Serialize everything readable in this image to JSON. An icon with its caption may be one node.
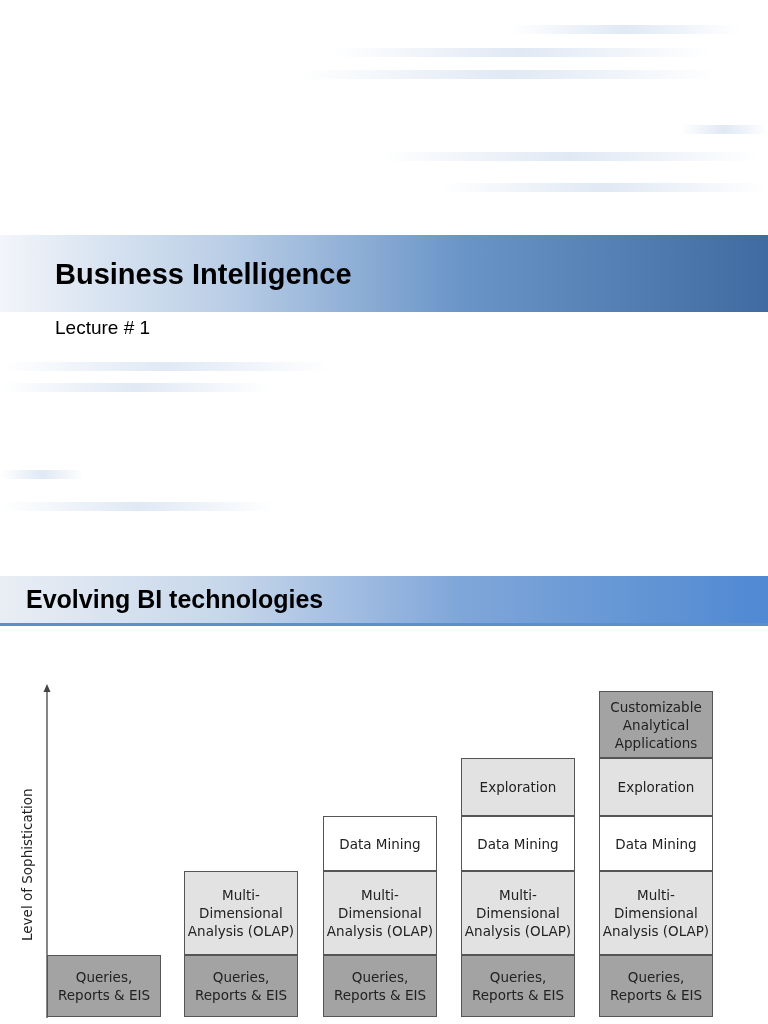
{
  "diagram": {
    "title": "Business Intelligence",
    "nodes": [
      {
        "text": [
          "Queries, Reports & EIS"
        ]
      },
      {
        "text": [
          "Multi-Dimensional Analysis (OLAP)"
        ]
      },
      {
        "text": [
          "Queries, Reports & EIS"
        ]
      },
      {
        "text": [
          "Data Mining"
        ]
      },
      {
        "text": [
          "Multi-Dimensional Analysis (OLAP)"
        ]
      },
      {
        "text": [
          "Queries, Reports & EIS"
        ]
      },
      {
        "text": [
          "Exploration"
        ]
      },
      {
        "text": [
          "Data Mining"
        ]
      },
      {
        "text": [
          "Multi-Dimensional Analysis (OLAP)"
        ]
      },
      {
        "text": [
          "Queries, Reports & EIS"
        ]
      },
      {
        "text": [
          "Customizable Analytical Applications"
        ]
      },
      {
        "text": [
          "Exploration"
        ]
      },
      {
        "text": [
          "Data Mining"
        ]
      },
      {
        "text": [
          "Multi-Dimensional Analysis (OLAP)"
        ]
      },
      {
        "text": [
          "Queries, Reports & EIS"
        ]
      }
    ],
    "labels": [
      "Lecture #  1",
      "Evolving BI technologies",
      "Level of Sophistication"
    ]
  }
}
